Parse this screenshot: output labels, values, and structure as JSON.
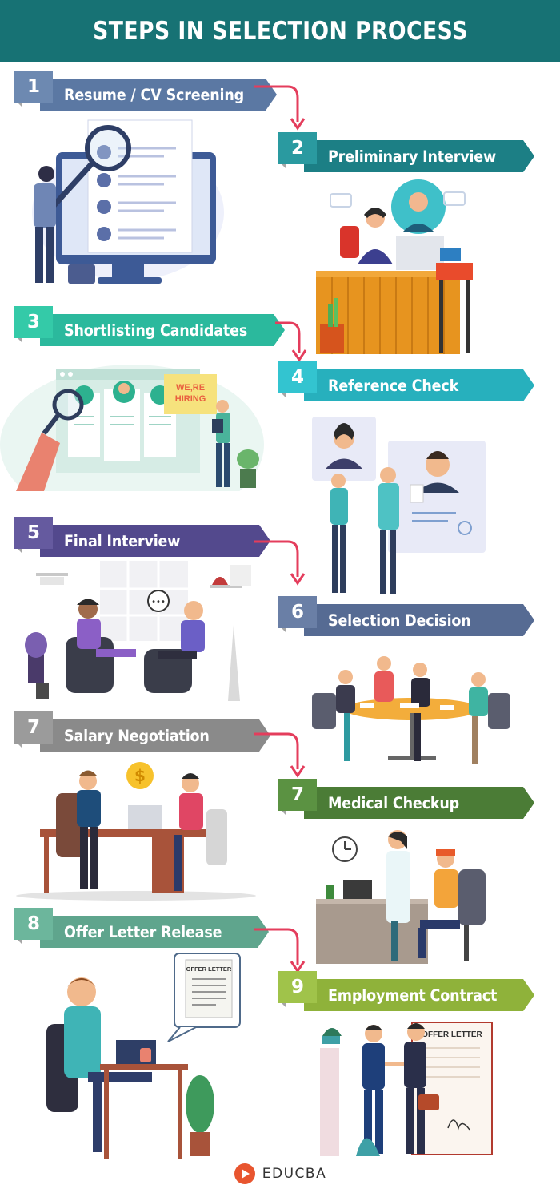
{
  "title": "STEPS IN SELECTION PROCESS",
  "steps": [
    {
      "number": "1",
      "label": "Resume / CV Screening",
      "color": "#5b78a3",
      "numColor": "#6d89b1"
    },
    {
      "number": "2",
      "label": "Preliminary Interview",
      "color": "#1c7f85",
      "numColor": "#2a9aa0"
    },
    {
      "number": "3",
      "label": "Shortlisting Candidates",
      "color": "#2bb99d",
      "numColor": "#34caa8"
    },
    {
      "number": "4",
      "label": "Reference Check",
      "color": "#27b0bd",
      "numColor": "#33c4d0"
    },
    {
      "number": "5",
      "label": "Final Interview",
      "color": "#53498d",
      "numColor": "#655a9f"
    },
    {
      "number": "6",
      "label": "Selection Decision",
      "color": "#566b93",
      "numColor": "#6a7fa6"
    },
    {
      "number": "7",
      "label": "Salary Negotiation",
      "color": "#8a8a8a",
      "numColor": "#9b9b9b"
    },
    {
      "number": "7",
      "label": "Medical Checkup",
      "color": "#4b7c36",
      "numColor": "#5b9242"
    },
    {
      "number": "8",
      "label": "Offer Letter Release",
      "color": "#5fa58d",
      "numColor": "#6cb69c"
    },
    {
      "number": "9",
      "label": "Employment Contract",
      "color": "#8fb23a",
      "numColor": "#a0c34a"
    }
  ],
  "illustrations": {
    "we_hiring": "WE,RE HIRING",
    "offer_letter_1": "OFFER LETTER",
    "offer_letter_2": "OFFER LETTER"
  },
  "footer": {
    "brand": "EDUCBA",
    "brand_color": "#e8552f"
  }
}
